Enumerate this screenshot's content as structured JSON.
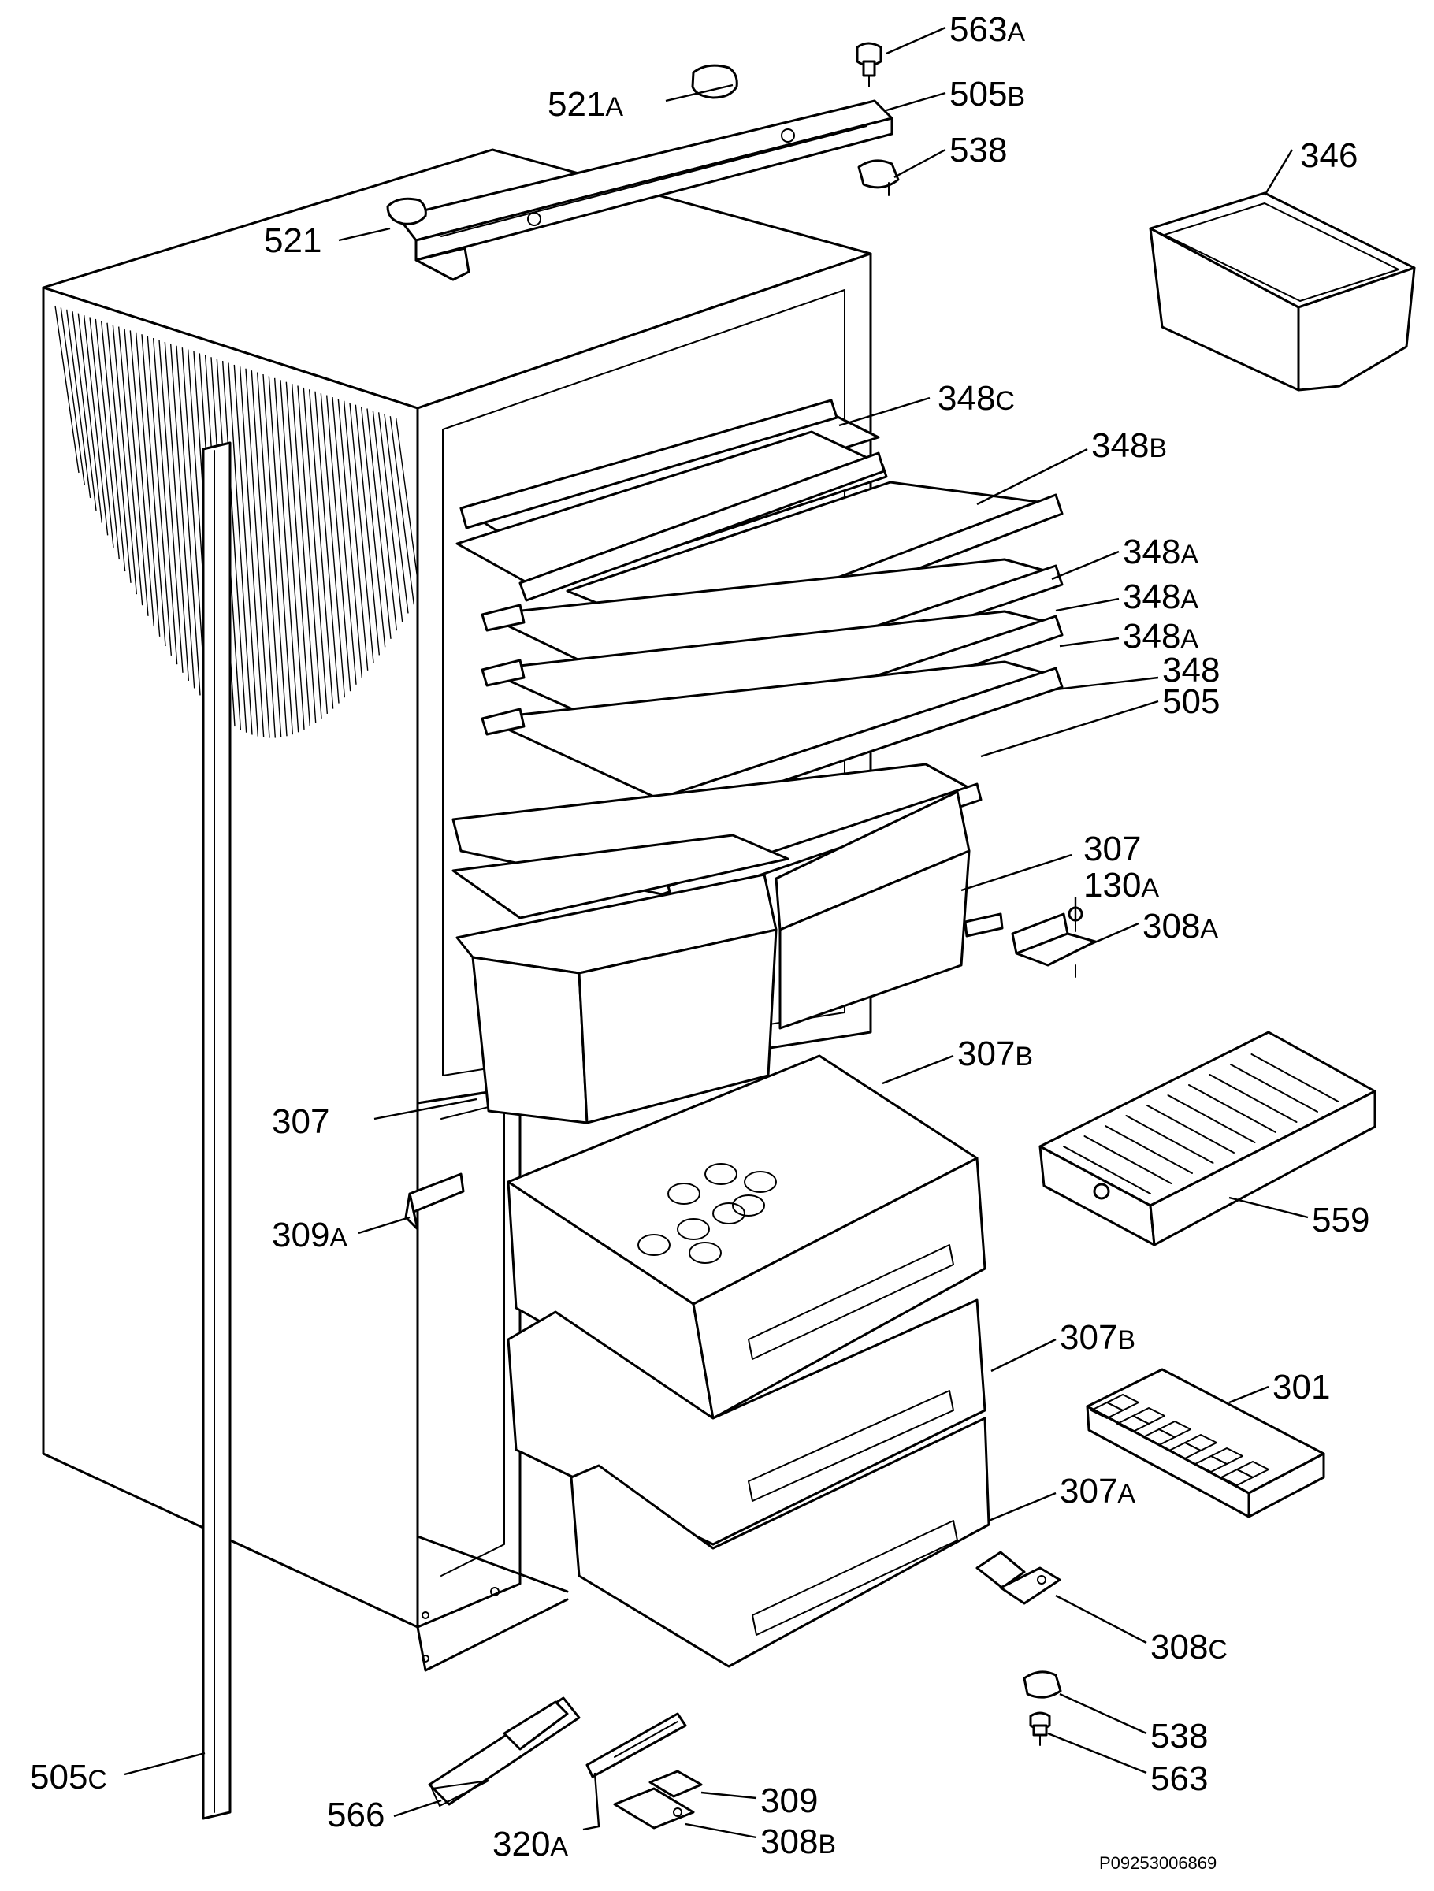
{
  "labels": [
    {
      "id": "563a",
      "num": "563",
      "sfx": "A"
    },
    {
      "id": "521a",
      "num": "521",
      "sfx": "A"
    },
    {
      "id": "505b",
      "num": "505",
      "sfx": "B"
    },
    {
      "id": "538-top",
      "num": "538",
      "sfx": ""
    },
    {
      "id": "346",
      "num": "346",
      "sfx": ""
    },
    {
      "id": "521",
      "num": "521",
      "sfx": ""
    },
    {
      "id": "348c",
      "num": "348",
      "sfx": "C"
    },
    {
      "id": "348b",
      "num": "348",
      "sfx": "B"
    },
    {
      "id": "348a-1",
      "num": "348",
      "sfx": "A"
    },
    {
      "id": "348a-2",
      "num": "348",
      "sfx": "A"
    },
    {
      "id": "348a-3",
      "num": "348",
      "sfx": "A"
    },
    {
      "id": "348",
      "num": "348",
      "sfx": ""
    },
    {
      "id": "505",
      "num": "505",
      "sfx": ""
    },
    {
      "id": "307-right",
      "num": "307",
      "sfx": ""
    },
    {
      "id": "130a",
      "num": "130",
      "sfx": "A"
    },
    {
      "id": "308a",
      "num": "308",
      "sfx": "A"
    },
    {
      "id": "307b-1",
      "num": "307",
      "sfx": "B"
    },
    {
      "id": "307-left",
      "num": "307",
      "sfx": ""
    },
    {
      "id": "309a",
      "num": "309",
      "sfx": "A"
    },
    {
      "id": "559",
      "num": "559",
      "sfx": ""
    },
    {
      "id": "307b-2",
      "num": "307",
      "sfx": "B"
    },
    {
      "id": "301",
      "num": "301",
      "sfx": ""
    },
    {
      "id": "307a",
      "num": "307",
      "sfx": "A"
    },
    {
      "id": "308c",
      "num": "308",
      "sfx": "C"
    },
    {
      "id": "538-bottom",
      "num": "538",
      "sfx": ""
    },
    {
      "id": "563",
      "num": "563",
      "sfx": ""
    },
    {
      "id": "505c",
      "num": "505",
      "sfx": "C"
    },
    {
      "id": "566",
      "num": "566",
      "sfx": ""
    },
    {
      "id": "309",
      "num": "309",
      "sfx": ""
    },
    {
      "id": "320a",
      "num": "320",
      "sfx": "A"
    },
    {
      "id": "308b",
      "num": "308",
      "sfx": "B"
    }
  ],
  "document_code": "P09253006869"
}
